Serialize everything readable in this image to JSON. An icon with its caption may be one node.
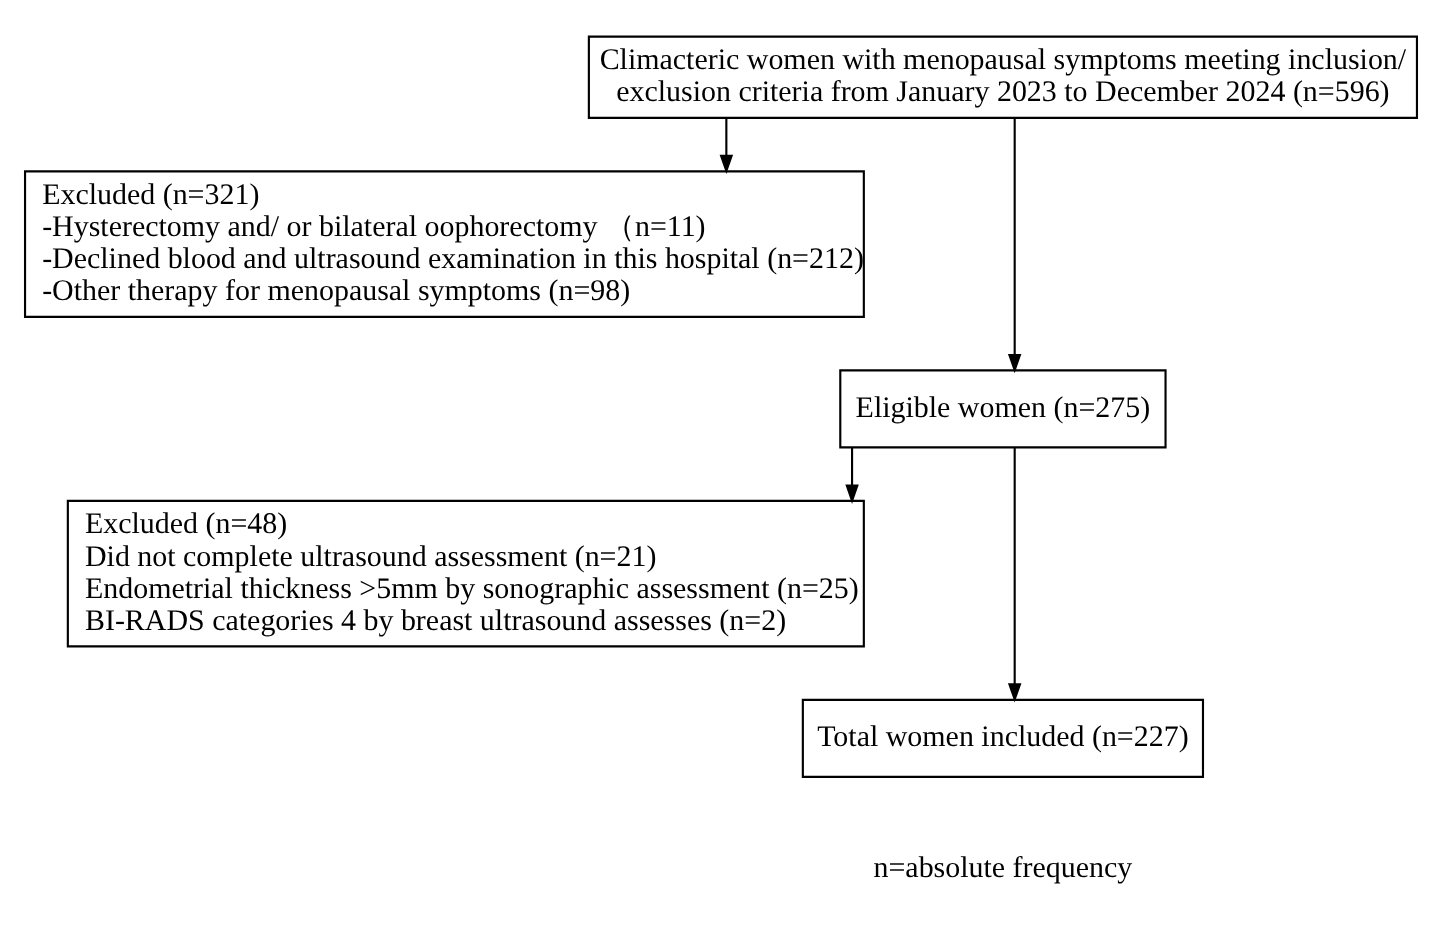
{
  "diagram": {
    "nodes": [
      {
        "text": [
          "Climacteric women with menopausal symptoms meeting inclusion/ exclusion criteria from January 2023 to December 2024 (n=596)"
        ]
      },
      {
        "text": [
          "Excluded (n=321)",
          "-Hysterectomy and/ or bilateral oophorectomy （n=11)",
          "-Declined blood and ultrasound examination in this hospital (n=212)",
          "-Other therapy for menopausal symptoms (n=98)"
        ]
      },
      {
        "text": [
          "Eligible women (n=275)"
        ]
      },
      {
        "text": [
          "Excluded (n=48)",
          "Did not complete ultrasound assessment (n=21)",
          "Endometrial thickness >5mm by sonographic assessment (n=25)",
          "BI-RADS categories 4 by breast ultrasound assesses (n=2)"
        ]
      },
      {
        "text": [
          "Total women included (n=227)"
        ]
      }
    ],
    "edges": [
      {
        "from": 0,
        "to": 2,
        "arrow": "to"
      },
      {
        "from": 0,
        "to": 1,
        "arrow": "to"
      },
      {
        "from": 2,
        "to": 4,
        "arrow": "to"
      },
      {
        "from": 2,
        "to": 3,
        "arrow": "to"
      }
    ],
    "labels": [
      "n=absolute frequency"
    ]
  }
}
